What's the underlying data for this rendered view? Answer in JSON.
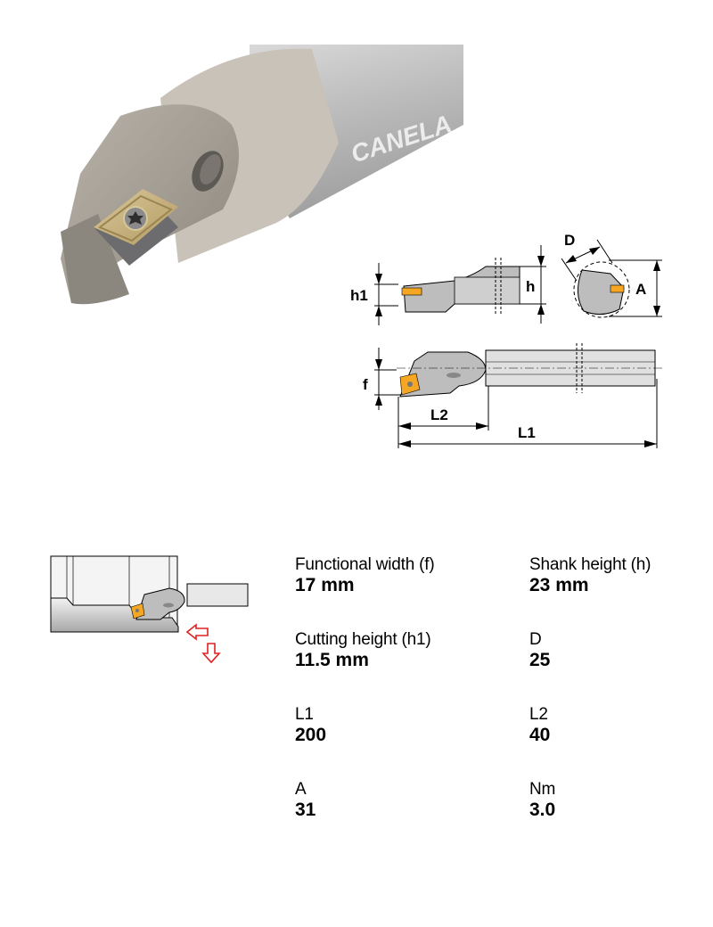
{
  "product": {
    "brand": "CANELA",
    "image_alt": "Boring bar with square insert"
  },
  "dimension_diagram": {
    "labels": {
      "h1": "h1",
      "h": "h",
      "D": "D",
      "A": "A",
      "f": "f",
      "L2": "L2",
      "L1": "L1"
    }
  },
  "colors": {
    "insert_orange": "#f5a623",
    "tool_gray": "#bdbdbd",
    "arrow_red": "#e02020"
  },
  "specs": [
    {
      "label": "Functional width (f)",
      "value": "17 mm"
    },
    {
      "label": "Shank height (h)",
      "value": "23 mm"
    },
    {
      "label": "Cutting height (h1)",
      "value": "11.5 mm"
    },
    {
      "label": "D",
      "value": "25"
    },
    {
      "label": "L1",
      "value": "200"
    },
    {
      "label": "L2",
      "value": "40"
    },
    {
      "label": "A",
      "value": "31"
    },
    {
      "label": "Nm",
      "value": "3.0"
    }
  ]
}
